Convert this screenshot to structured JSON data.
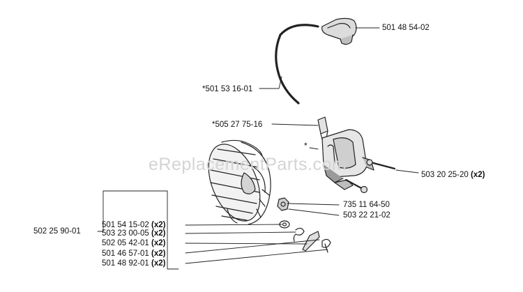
{
  "watermark": "eReplacementParts.com",
  "annotation_mark": "*",
  "parts": [
    {
      "part_no": "501 48 54-02",
      "qty": ""
    },
    {
      "part_no": "*501 53 16-01",
      "qty": ""
    },
    {
      "part_no": "*505 27 75-16",
      "qty": ""
    },
    {
      "part_no": "503 20 25-20",
      "qty": "(x2)"
    },
    {
      "part_no": "735 11 64-50",
      "qty": ""
    },
    {
      "part_no": "503 22 21-02",
      "qty": ""
    },
    {
      "part_no": "501 54 15-02",
      "qty": "(x2)"
    },
    {
      "part_no": "503 23 00-05",
      "qty": "(x2)"
    },
    {
      "part_no": "502 05 42-01",
      "qty": "(x2)"
    },
    {
      "part_no": "501 46 57-01",
      "qty": "(x2)"
    },
    {
      "part_no": "501 48 92-01",
      "qty": "(x2)"
    },
    {
      "part_no": "502 25 90-01",
      "qty": ""
    }
  ]
}
